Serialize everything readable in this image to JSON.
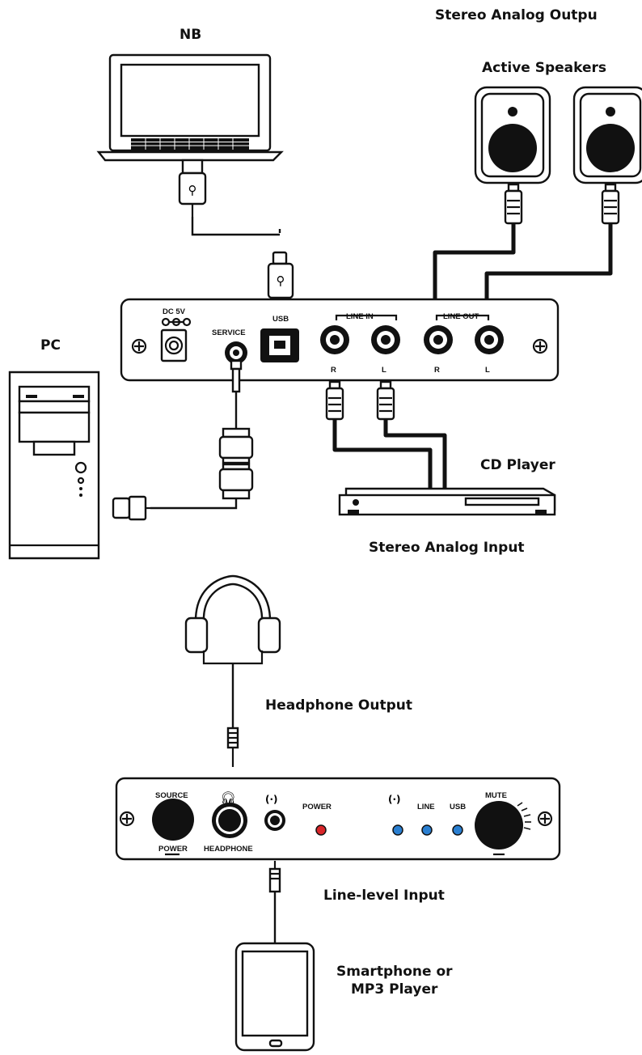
{
  "labels": {
    "nb": "NB",
    "stereo_out": "Stereo Analog Outpu",
    "active_speakers": "Active Speakers",
    "pc": "PC",
    "cd_player": "CD Player",
    "stereo_in": "Stereo Analog Input",
    "headphone_out": "Headphone Output",
    "line_level_in": "Line-level Input",
    "phone_line1": "Smartphone or",
    "phone_line2": "MP3 Player"
  },
  "rear_panel": {
    "dc": "DC 5V",
    "service": "SERVICE",
    "usb": "USB",
    "line_in": "LINE IN",
    "line_out": "LINE OUT",
    "in_r": "R",
    "in_l": "L",
    "out_r": "R",
    "out_l": "L"
  },
  "front_panel": {
    "source": "SOURCE",
    "power_knob": "POWER",
    "headphone": "HEADPHONE",
    "power_led": "POWER",
    "line": "LINE",
    "usb": "USB",
    "mute": "MUTE"
  },
  "colors": {
    "power_led": "#d9262a",
    "source_led": "#2a7fd1"
  }
}
